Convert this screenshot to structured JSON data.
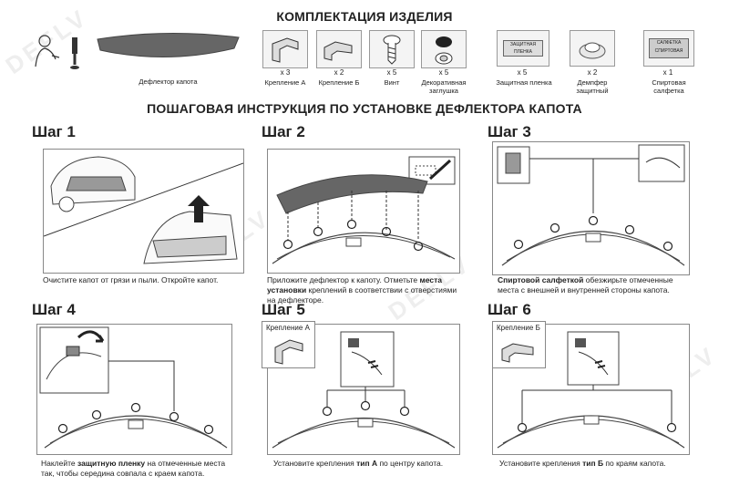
{
  "kit": {
    "title": "КОМПЛЕКТАЦИЯ ИЗДЕЛИЯ",
    "items": [
      {
        "label": "Дефлектор капота",
        "count": ""
      },
      {
        "label": "Крепление А",
        "count": "x 3"
      },
      {
        "label": "Крепление Б",
        "count": "x 2"
      },
      {
        "label": "Винт",
        "count": "x 5"
      },
      {
        "label": "Декоративная заглушка",
        "count": "x 5"
      },
      {
        "label": "Защитная пленка",
        "count": "x 5"
      },
      {
        "label": "Демпфер защитный",
        "count": "x 2"
      },
      {
        "label": "Спиртовая салфетка",
        "count": "x 1"
      }
    ],
    "film_box_text": "ЗАЩИТНАЯ ПЛЕНКА",
    "wipe_box_text": "САЛФЕТКА СПИРТОВАЯ"
  },
  "instructions": {
    "title": "ПОШАГОВАЯ ИНСТРУКЦИЯ ПО УСТАНОВКЕ ДЕФЛЕКТОРА КАПОТА",
    "steps": [
      {
        "title": "Шаг 1",
        "text_a": "Очистите капот от грязи и пыли. Откройте капот.",
        "bold": "",
        "text_b": ""
      },
      {
        "title": "Шаг 2",
        "text_a": "Приложите дефлектор к капоту. Отметьте ",
        "bold": "места установки",
        "text_b": " креплений в соответствии с отверстиями на дефлекторе."
      },
      {
        "title": "Шаг 3",
        "text_a": "",
        "bold": "Спиртовой салфеткой",
        "text_b": " обезжирьте отмеченные места с внешней и внутренней стороны капота."
      },
      {
        "title": "Шаг 4",
        "text_a": "Наклейте ",
        "bold": "защитную пленку",
        "text_b": " на отмеченные места так, чтобы середина совпала с краем капота."
      },
      {
        "title": "Шаг 5",
        "text_a": "Установите крепления ",
        "bold": "тип А",
        "text_b": " по центру капота.",
        "tag": "Крепление А"
      },
      {
        "title": "Шаг 6",
        "text_a": "Установите крепления ",
        "bold": "тип Б",
        "text_b": " по краям капота.",
        "tag": "Крепление Б"
      }
    ]
  },
  "watermark": "DEFLV"
}
